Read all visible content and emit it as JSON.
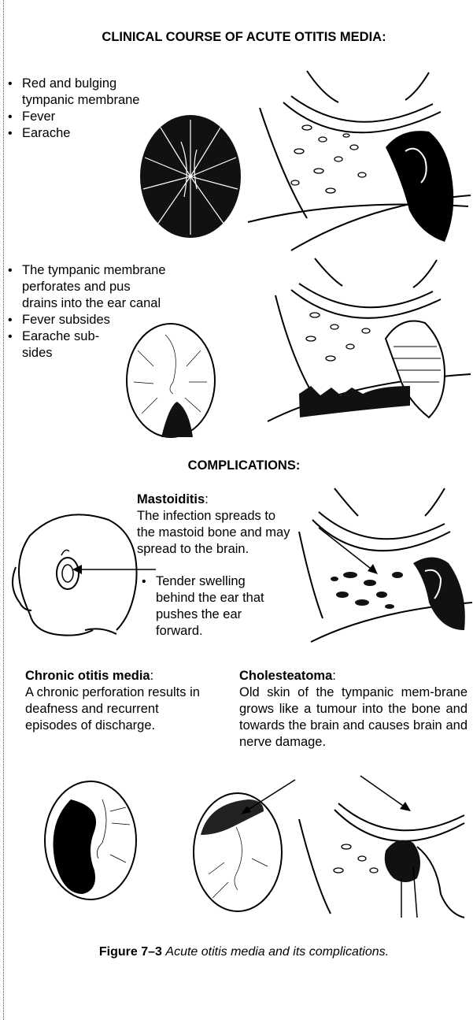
{
  "section1_title": "CLINICAL COURSE OF ACUTE OTITIS MEDIA:",
  "stage1_items": [
    "Red and bulging tympanic membrane",
    "Fever",
    "Earache"
  ],
  "stage2_items": [
    "The tympanic membrane perforates and pus drains into the ear canal",
    "Fever subsides",
    "Earache sub-sides"
  ],
  "section2_title": "COMPLICATIONS:",
  "mastoiditis": {
    "heading": "Mastoiditis",
    "colon": ":",
    "description": "The infection spreads to the mastoid bone and may spread to the brain.",
    "bullet": "Tender swelling behind the ear that pushes the ear forward."
  },
  "chronic": {
    "heading": "Chronic otitis media",
    "colon": ":",
    "description": "A chronic perforation results in deafness and recurrent episodes of discharge."
  },
  "cholesteatoma": {
    "heading": "Cholesteatoma",
    "colon": ":",
    "description": "Old skin of the tympanic mem-brane grows like a tumour into the bone and towards the brain and causes brain and nerve damage."
  },
  "caption": {
    "label": "Figure 7–3",
    "text": "Acute otitis media and its complications."
  }
}
